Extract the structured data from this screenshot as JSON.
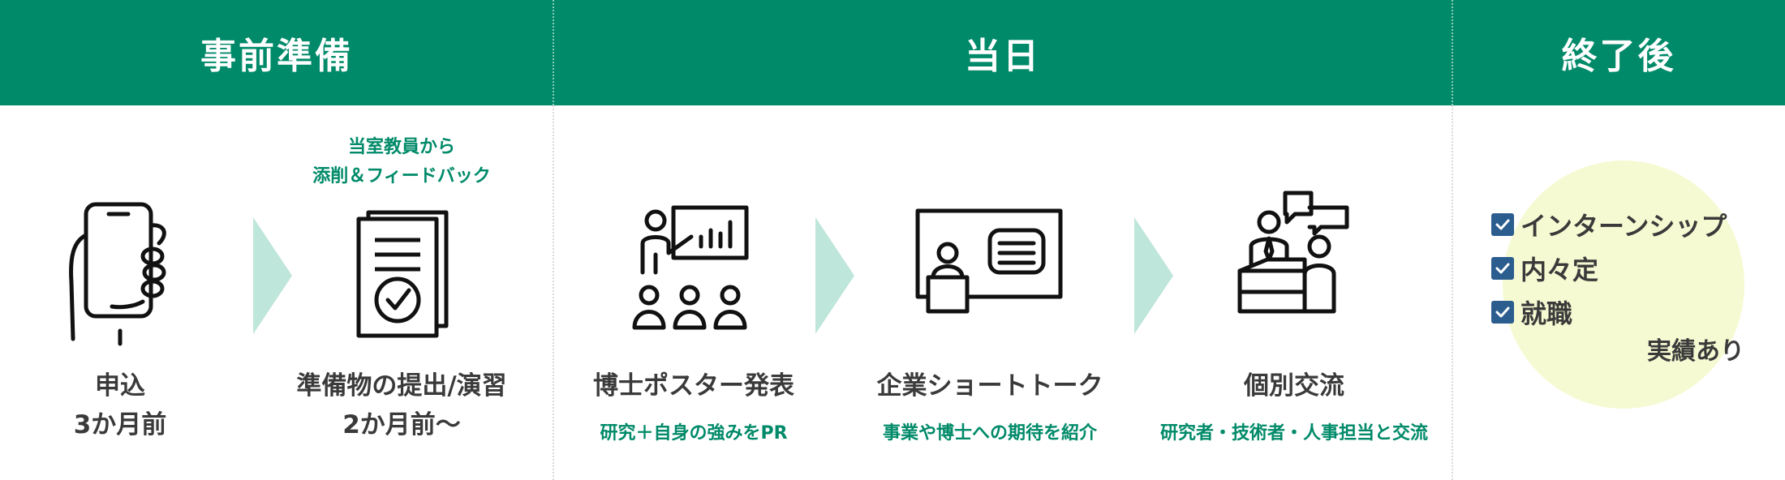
{
  "phases": {
    "before": "事前準備",
    "day": "当日",
    "after": "終了後"
  },
  "steps": [
    {
      "title_line1": "申込",
      "title_line2": "3か月前",
      "icon": "smartphone-hand-icon"
    },
    {
      "note_line1": "当室教員から",
      "note_line2": "添削＆フィードバック",
      "title_line1": "準備物の提出/演習",
      "title_line2": "2か月前〜",
      "icon": "document-check-icon"
    },
    {
      "title_line1": "博士ポスター発表",
      "sub": "研究＋自身の強みをPR",
      "icon": "poster-presentation-icon"
    },
    {
      "title_line1": "企業ショートトーク",
      "sub": "事業や博士への期待を紹介",
      "icon": "short-talk-screen-icon"
    },
    {
      "title_line1": "個別交流",
      "sub": "研究者・技術者・人事担当と交流",
      "icon": "individual-exchange-icon"
    }
  ],
  "results": {
    "items": [
      "インターンシップ",
      "内々定",
      "就職"
    ],
    "footer": "実績あり",
    "highlight_color": "#f6fad2"
  },
  "colors": {
    "brand_green": "#008a69",
    "arrow": "#bfe6da",
    "checkbox": "#2b5d8f"
  }
}
